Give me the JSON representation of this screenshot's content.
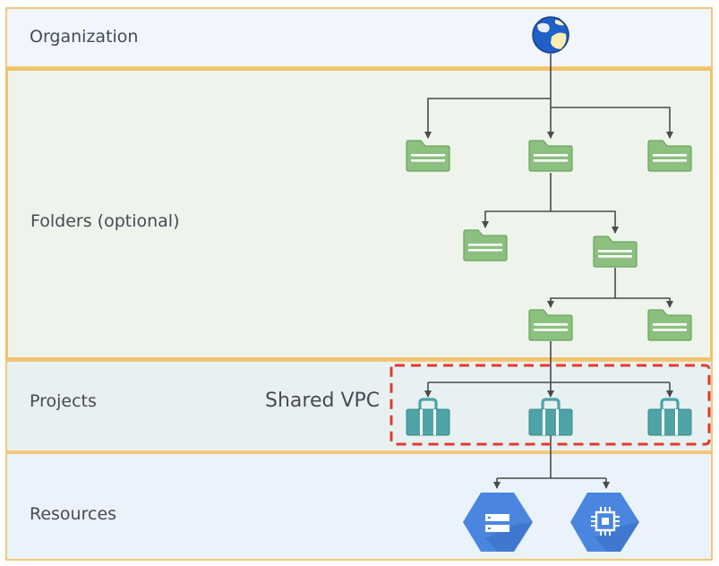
{
  "diagram": {
    "layers": {
      "organization": "Organization",
      "folders": "Folders (optional)",
      "projects": "Projects",
      "resources": "Resources"
    },
    "shared_vpc_label": "Shared VPC",
    "icons": {
      "organization": "globe-icon",
      "folder": "folder-icon",
      "project": "briefcase-icon",
      "storage": "cloud-storage-icon",
      "compute": "compute-engine-icon"
    },
    "colors": {
      "band_border": "#f3c77a",
      "folder_fill": "#8bc07f",
      "project_fill": "#4ea3a7",
      "resource_fill": "#4a86e0",
      "shared_vpc_border": "#e03a30",
      "connector": "#4a4a4a"
    }
  }
}
